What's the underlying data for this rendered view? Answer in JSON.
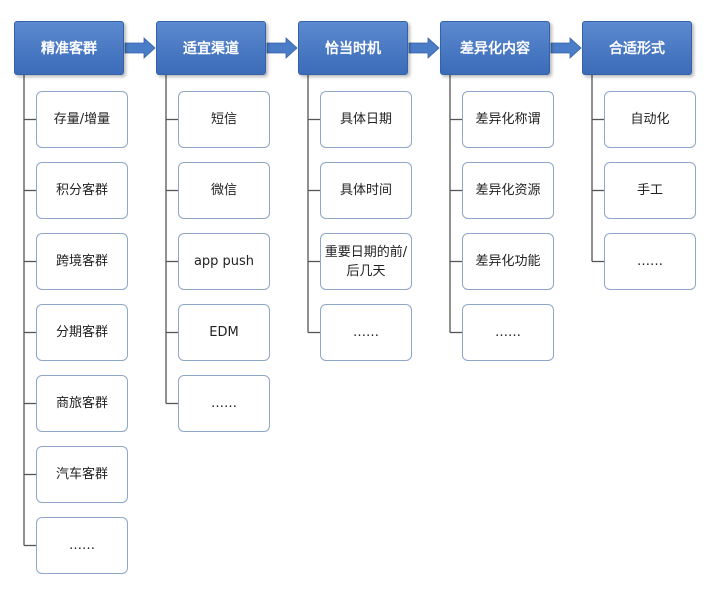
{
  "colors": {
    "header_fill": "#4a7cc8",
    "header_border": "#3461a8",
    "item_border": "#8ea6c9",
    "connector": "#555555",
    "arrow": "#4a7cc8"
  },
  "columns": [
    {
      "title": "精准客群",
      "items": [
        "存量/增量",
        "积分客群",
        "跨境客群",
        "分期客群",
        "商旅客群",
        "汽车客群",
        "……"
      ]
    },
    {
      "title": "适宜渠道",
      "items": [
        "短信",
        "微信",
        "app push",
        "EDM",
        "……"
      ]
    },
    {
      "title": "恰当时机",
      "items": [
        "具体日期",
        "具体时间",
        "重要日期的前/后几天",
        "……"
      ]
    },
    {
      "title": "差异化内容",
      "items": [
        "差异化称谓",
        "差异化资源",
        "差异化功能",
        "……"
      ]
    },
    {
      "title": "合适形式",
      "items": [
        "自动化",
        "手工",
        "……"
      ]
    }
  ]
}
